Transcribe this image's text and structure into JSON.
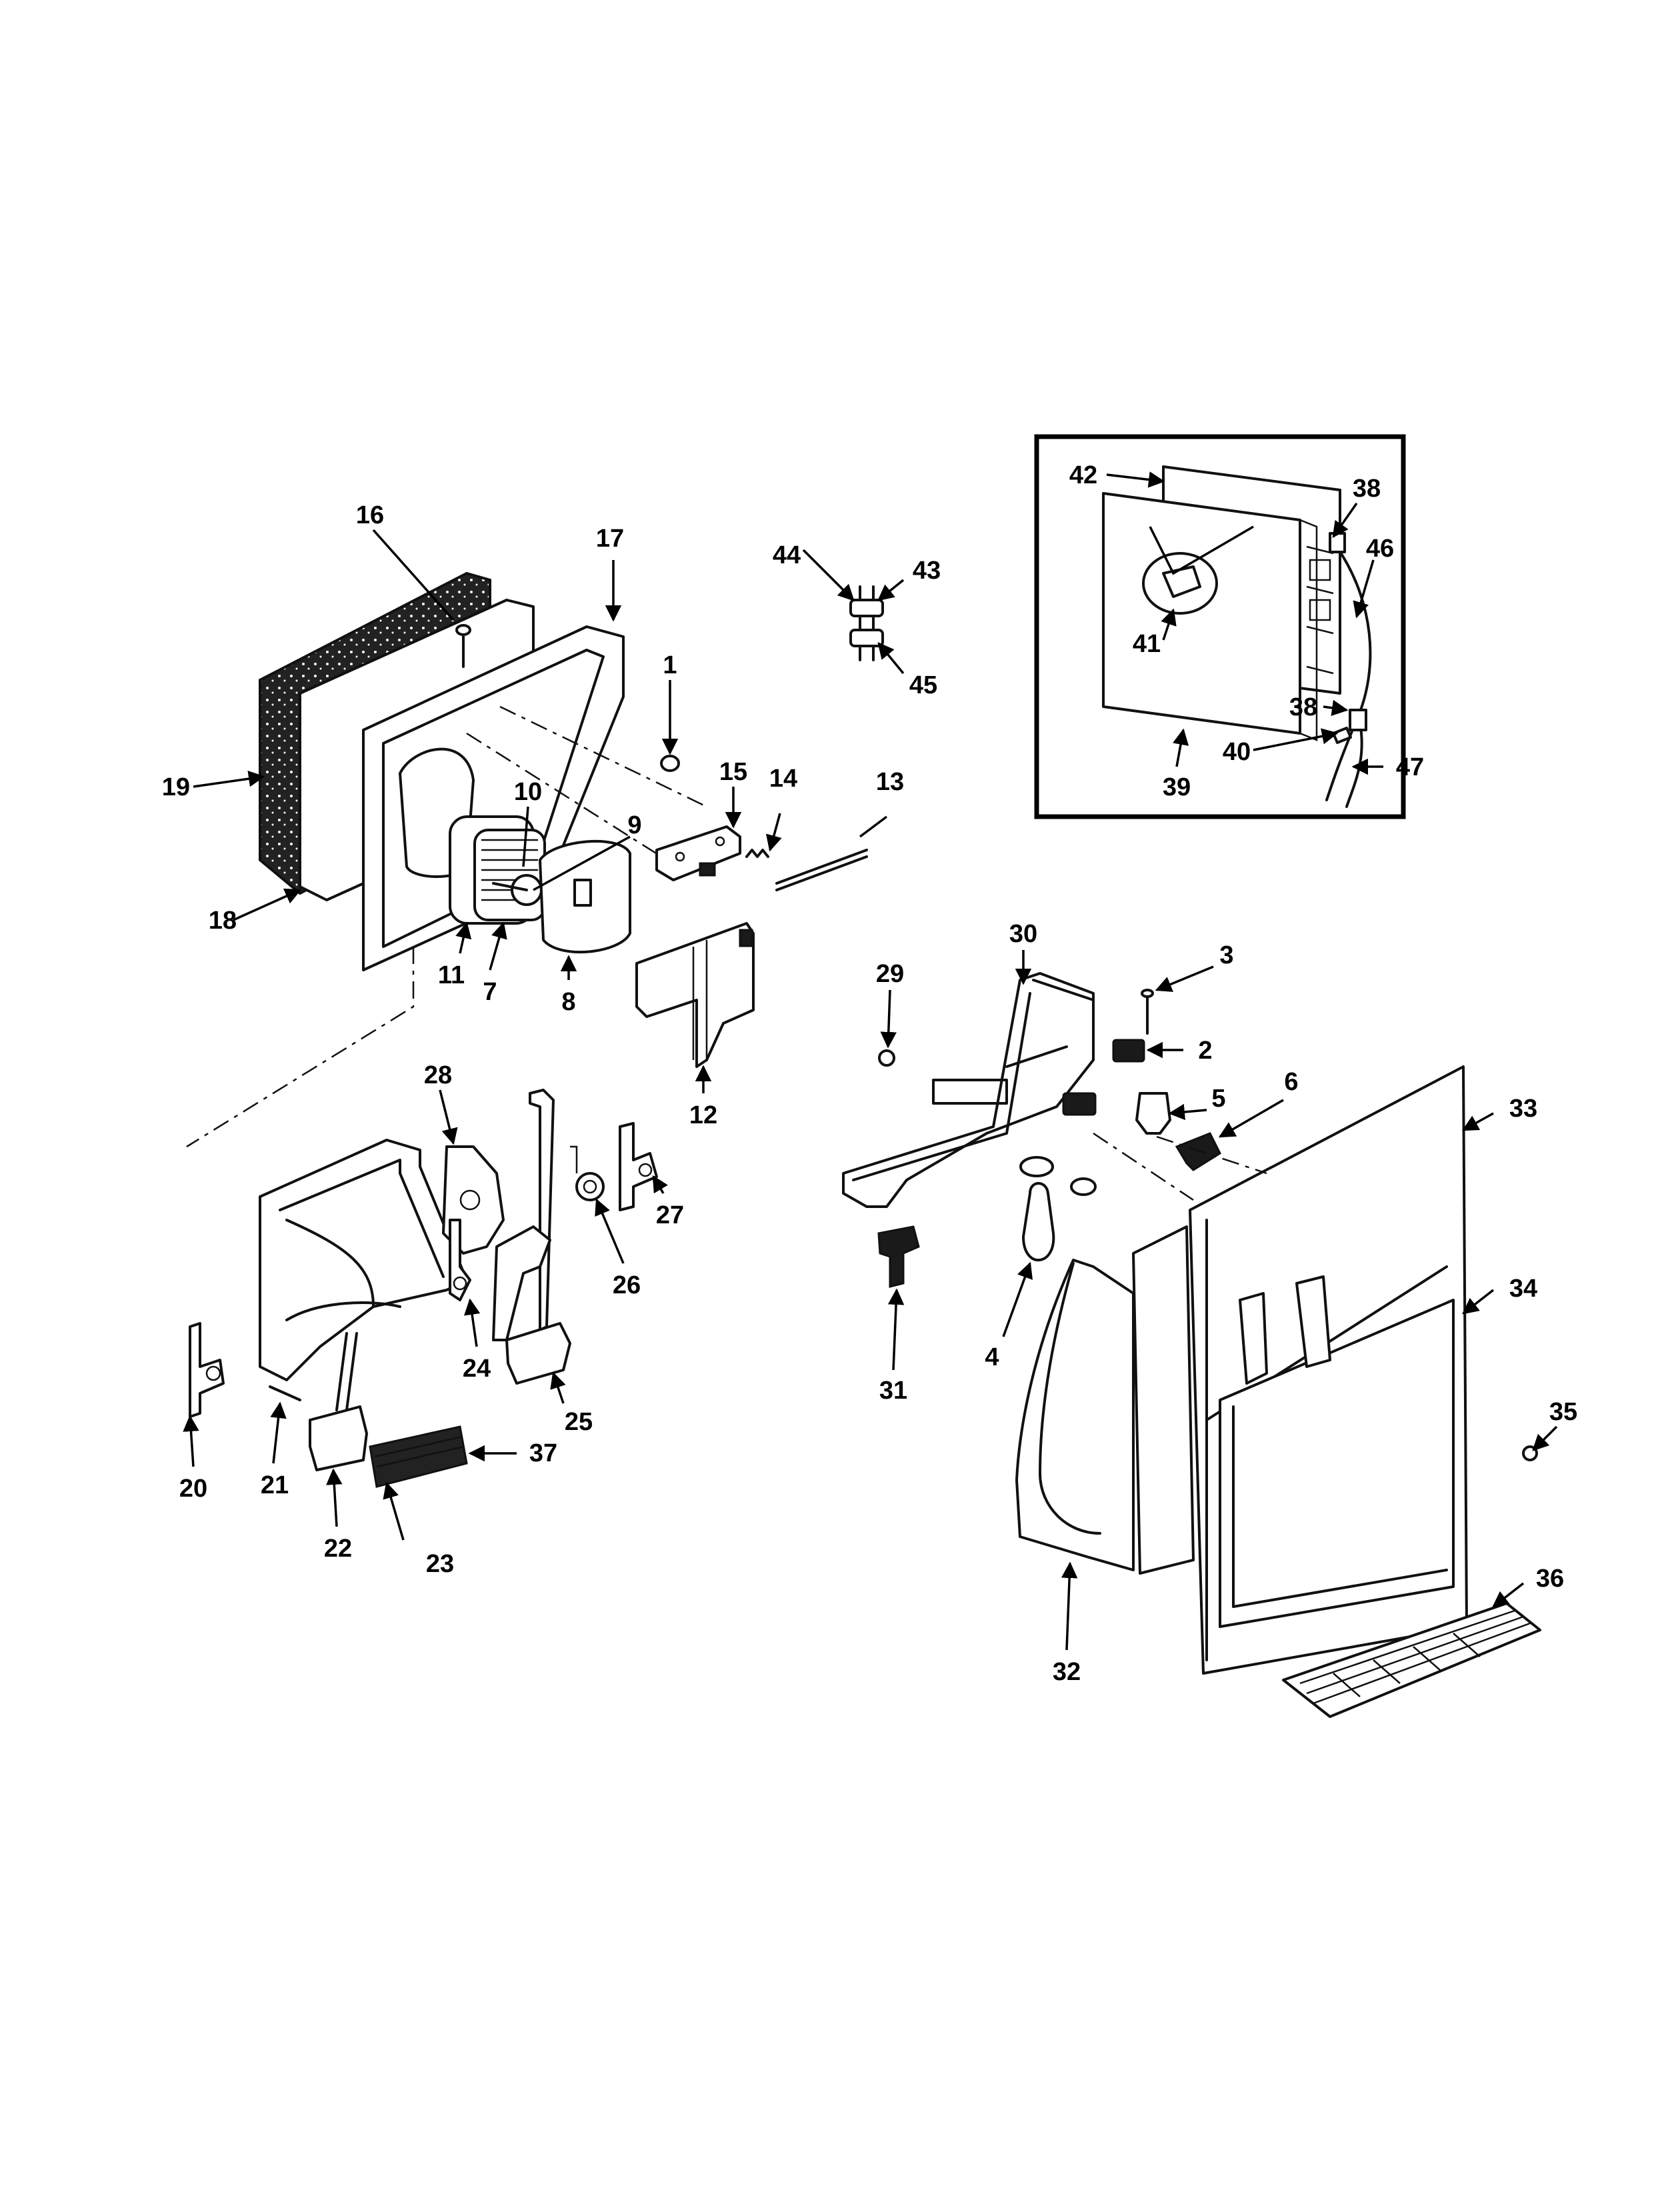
{
  "callouts": [
    "1",
    "2",
    "3",
    "4",
    "5",
    "6",
    "7",
    "8",
    "9",
    "10",
    "11",
    "12",
    "13",
    "14",
    "15",
    "16",
    "17",
    "18",
    "19",
    "20",
    "21",
    "22",
    "23",
    "24",
    "25",
    "26",
    "27",
    "28",
    "29",
    "30",
    "31",
    "32",
    "33",
    "34",
    "35",
    "36",
    "37",
    "38",
    "38",
    "39",
    "40",
    "41",
    "42",
    "43",
    "44",
    "45",
    "46",
    "47"
  ],
  "colors": {
    "ink": "#111111",
    "paper": "#ffffff"
  }
}
